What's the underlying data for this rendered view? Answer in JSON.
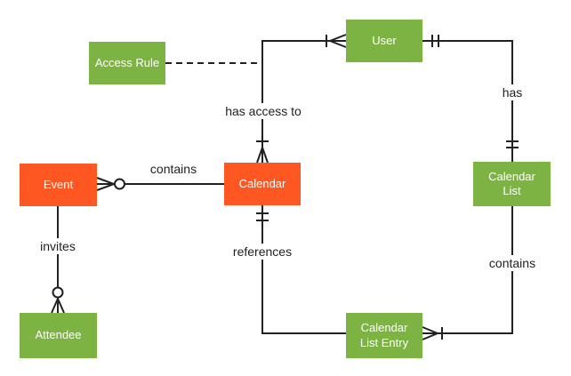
{
  "diagram": {
    "kind": "entity-relationship-diagram",
    "colors": {
      "entity_green": "#7CB342",
      "entity_orange": "#FF5722",
      "connector": "#212121",
      "entity_text": "#FFFFFF",
      "label_text": "#212121",
      "background": "#FFFFFF"
    },
    "entities": [
      {
        "id": "access-rule",
        "label": "Access Rule",
        "color": "green"
      },
      {
        "id": "user",
        "label": "User",
        "color": "green"
      },
      {
        "id": "event",
        "label": "Event",
        "color": "orange"
      },
      {
        "id": "calendar",
        "label": "Calendar",
        "color": "orange"
      },
      {
        "id": "calendar-list",
        "label": "Calendar List",
        "color": "green"
      },
      {
        "id": "attendee",
        "label": "Attendee",
        "color": "green"
      },
      {
        "id": "calendar-list-entry",
        "label": "Calendar List Entry",
        "color": "green"
      }
    ],
    "relationships": [
      {
        "label": "contains",
        "from": "event",
        "to": "calendar",
        "from_cardinality": "zero-or-many",
        "to_cardinality": "none"
      },
      {
        "label": "invites",
        "from": "event",
        "to": "attendee",
        "from_cardinality": "none",
        "to_cardinality": "zero-or-many"
      },
      {
        "label": "has access to",
        "from": "calendar",
        "to": "user",
        "from_cardinality": "one-or-many",
        "to_cardinality": "one-or-many"
      },
      {
        "label": "has",
        "from": "user",
        "to": "calendar-list",
        "from_cardinality": "one-and-only-one",
        "to_cardinality": "one-and-only-one"
      },
      {
        "label": "references",
        "from": "calendar",
        "to": "calendar-list-entry",
        "from_cardinality": "one-and-only-one",
        "to_cardinality": "none"
      },
      {
        "label": "contains",
        "from": "calendar-list",
        "to": "calendar-list-entry",
        "from_cardinality": "none",
        "to_cardinality": "one-or-many"
      },
      {
        "label": "",
        "from": "access-rule",
        "to": "has-access-to-line",
        "style": "dashed"
      }
    ]
  }
}
